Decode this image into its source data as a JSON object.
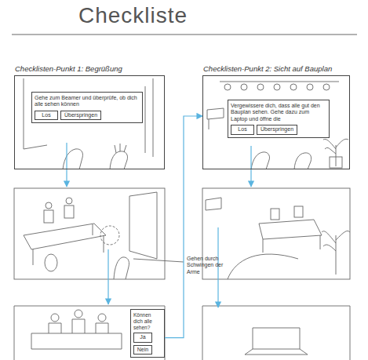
{
  "diagram": {
    "title": "Checkliste",
    "nodes": [
      {
        "text": [
          "Checklisten-Punkt 1: Begrüßung"
        ]
      },
      {
        "text": [
          "Gehe zum Beamer und überprüfe, ob dich alle sehen können"
        ],
        "in": 0
      },
      {
        "text": [
          "Los"
        ],
        "in": 1
      },
      {
        "text": [
          "Überspringen"
        ],
        "in": 1
      },
      {
        "text": [
          "Checklisten-Punkt 2: Sicht auf Bauplan"
        ]
      },
      {
        "text": [
          "Vergewissere dich, dass alle gut den Bauplan sehen. Gehe dazu zum Laptop und öffne die"
        ],
        "in": 4
      },
      {
        "text": [
          "Los"
        ],
        "in": 5
      },
      {
        "text": [
          "Überspringen"
        ],
        "in": 5
      },
      {
        "text": [
          "Können dich alle sehen?"
        ]
      },
      {
        "text": [
          "Ja"
        ],
        "in": 8
      },
      {
        "text": [
          "Nein"
        ],
        "in": 8
      }
    ],
    "edges": [
      {
        "from": 9,
        "to": 4,
        "arrow": "to"
      }
    ],
    "labels": [
      "Gehen durch Schwingen der Arme"
    ]
  }
}
